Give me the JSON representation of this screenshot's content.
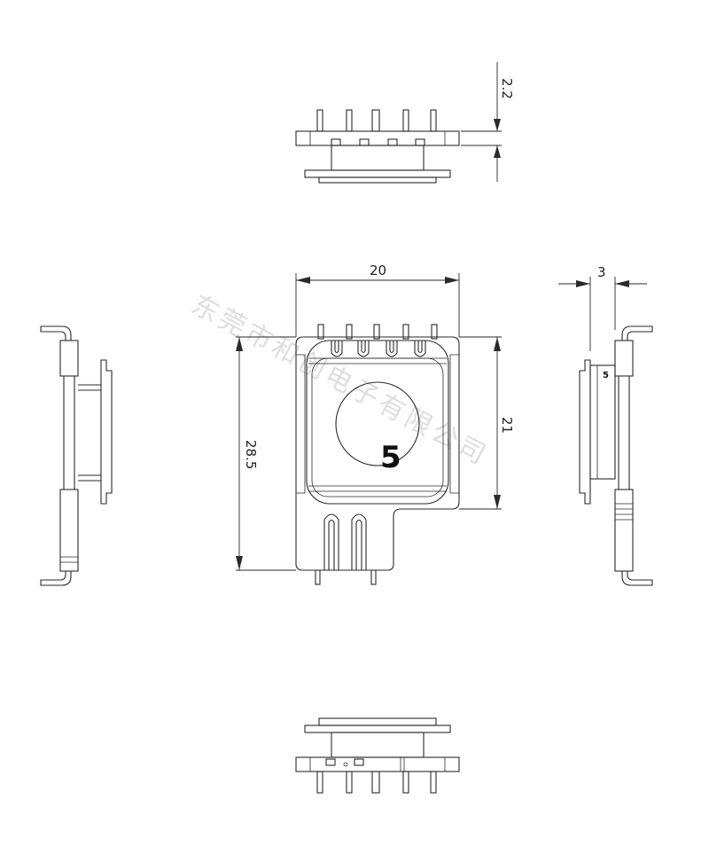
{
  "dimensions": {
    "top_height": "2.2",
    "width": "20",
    "depth": "3",
    "height_total": "28.5",
    "height_body": "21"
  },
  "part_marks": {
    "front": "5",
    "side": "5"
  },
  "watermark": "东莞市和创电子有限公司"
}
